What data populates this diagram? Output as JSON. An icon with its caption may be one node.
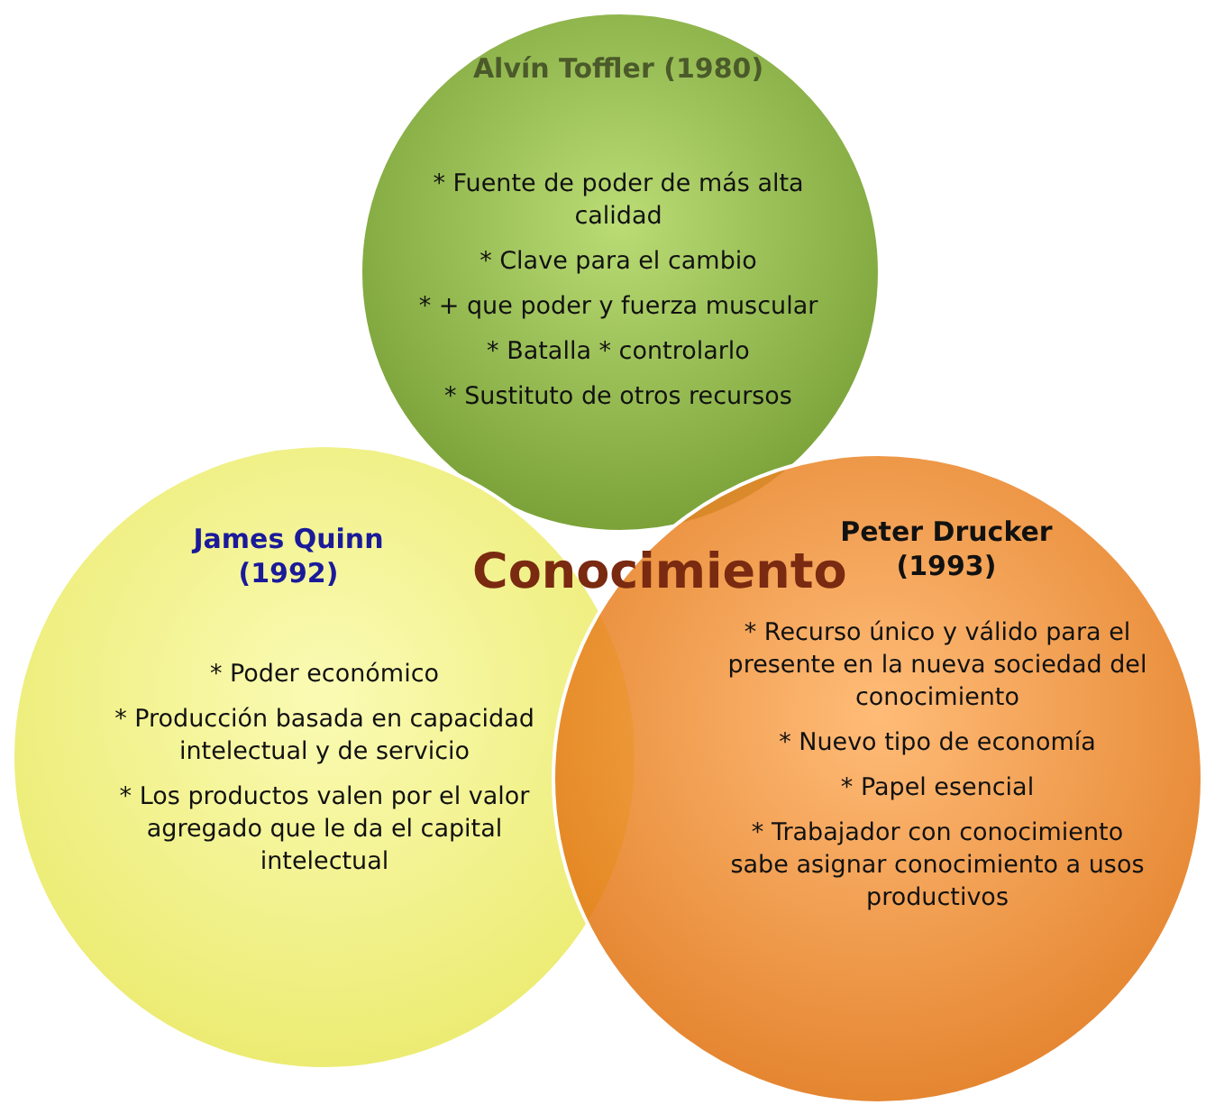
{
  "diagram": {
    "nodes": [
      {
        "text": [
          "Alvín Toffler (1980)",
          "* Fuente de poder de más alta calidad",
          "* Clave para el cambio",
          "* + que poder y fuerza muscular",
          "* Batalla * controlarlo",
          "* Sustituto de otros recursos"
        ]
      },
      {
        "text": [
          "James Quinn (1992)",
          "* Poder económico",
          "* Producción basada en capacidad intelectual y de servicio",
          "* Los productos valen por el valor agregado que le da el capital intelectual"
        ]
      },
      {
        "text": [
          "Peter Drucker (1993)",
          "* Recurso único y válido para el presente en la nueva sociedad del conocimiento",
          "* Nuevo tipo de economía",
          "* Papel esencial",
          "* Trabajador con conocimiento sabe asignar conocimiento a usos productivos"
        ]
      }
    ],
    "edges": [],
    "labels": [
      "Conocimiento"
    ]
  }
}
